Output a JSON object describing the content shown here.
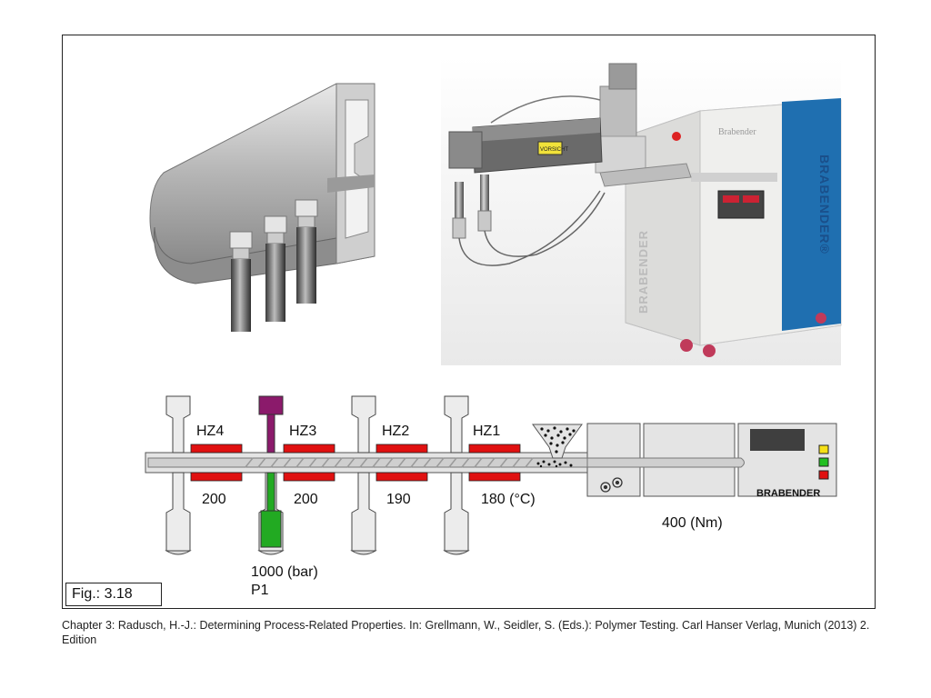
{
  "figure": {
    "fig_label": "Fig.: 3.18",
    "caption": "Chapter 3: Radusch, H.-J.: Determining Process-Related Properties. In: Grellmann, W., Seidler, S. (Eds.): Polymer Testing. Carl Hanser Verlag, Munich (2013) 2. Edition"
  },
  "photo": {
    "brand_text": "BRABENDER",
    "brand_text_panel": "BRABENDER®",
    "panel_small_text": "Brabender",
    "sticker_text": "VORSICHT"
  },
  "diagram": {
    "zones": [
      {
        "name": "HZ4",
        "temp": "200"
      },
      {
        "name": "HZ3",
        "temp": "200"
      },
      {
        "name": "HZ2",
        "temp": "190"
      },
      {
        "name": "HZ1",
        "temp": "180 (°C)"
      }
    ],
    "torque": "400 (Nm)",
    "pressure": "1000 (bar)",
    "pressure_sensor": "P1",
    "drive_brand": "BRABENDER"
  },
  "colors": {
    "heater": "#e01010",
    "sensor_top": "#8b1a6b",
    "sensor_bottom": "#22aa22",
    "blue_panel": "#1f6fb0"
  }
}
